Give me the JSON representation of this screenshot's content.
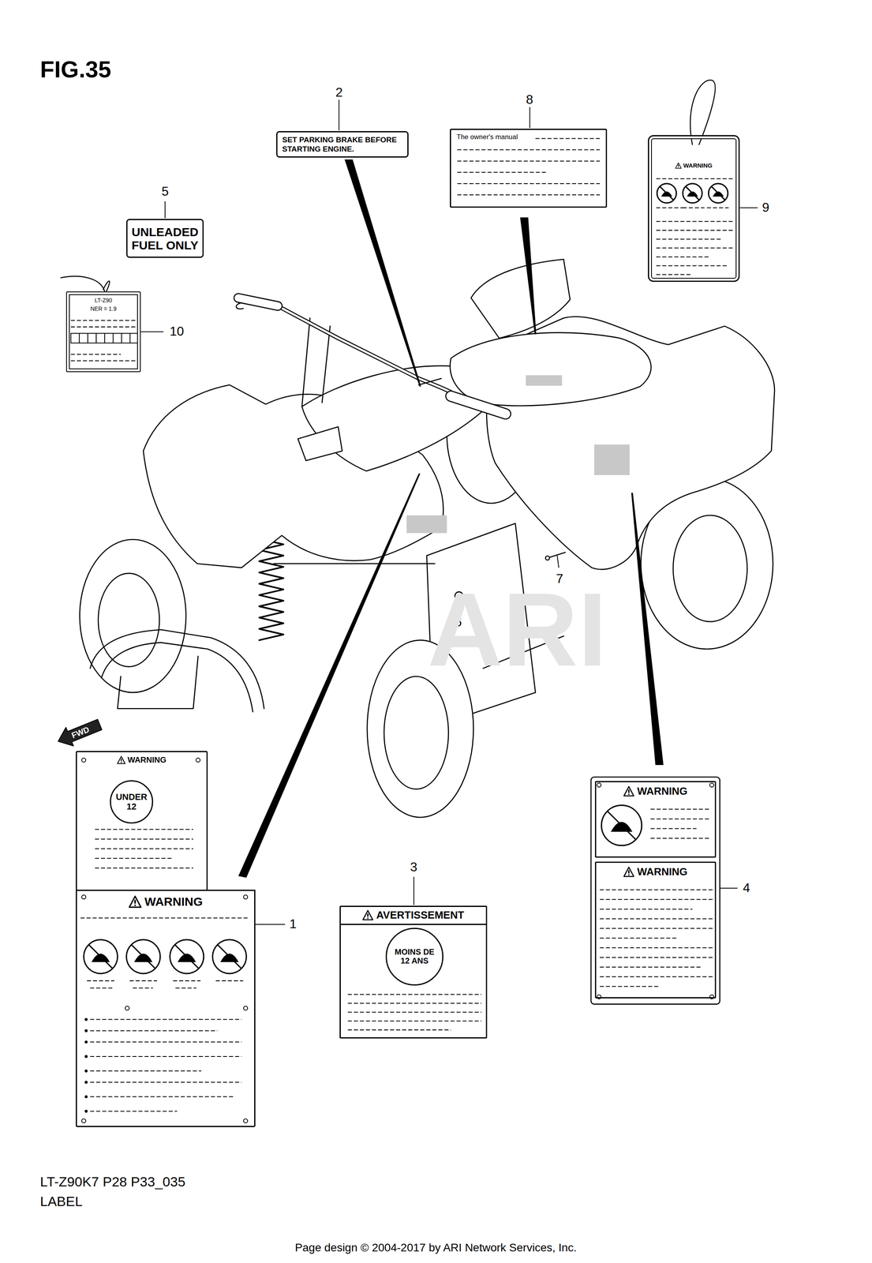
{
  "diagram": {
    "title": "FIG.35",
    "caption": "LT-Z90K7 P28 P33_035",
    "nodes": [
      {
        "text": [
          "SET PARKING BRAKE BEFORE STARTING ENGINE."
        ]
      },
      {
        "text": [
          "The owner's manual"
        ]
      },
      {
        "text": [
          "UNLEADED FUEL ONLY"
        ]
      },
      {
        "text": [
          "WARNING"
        ]
      },
      {
        "text": [
          "LT-Z90",
          "NER = 1.9"
        ]
      },
      {
        "text": [
          "FWD"
        ]
      },
      {
        "text": [
          "WARNING"
        ]
      },
      {
        "text": [
          "UNDER 12"
        ],
        "in": 6
      },
      {
        "text": [
          "WARNING"
        ]
      },
      {
        "text": [
          "WARNING"
        ]
      },
      {
        "text": [
          "WARNING"
        ]
      },
      {
        "text": [
          "AVERTISSEMENT"
        ]
      },
      {
        "text": [
          "MOINS DE 12 ANS"
        ],
        "in": 11
      }
    ],
    "labels": [
      "2",
      "8",
      "5",
      "9",
      "10",
      "7",
      "6",
      "4",
      "1",
      "3",
      "ARI",
      "LABEL",
      "Page design © 2004-2017 by ARI Network Services, Inc."
    ]
  }
}
